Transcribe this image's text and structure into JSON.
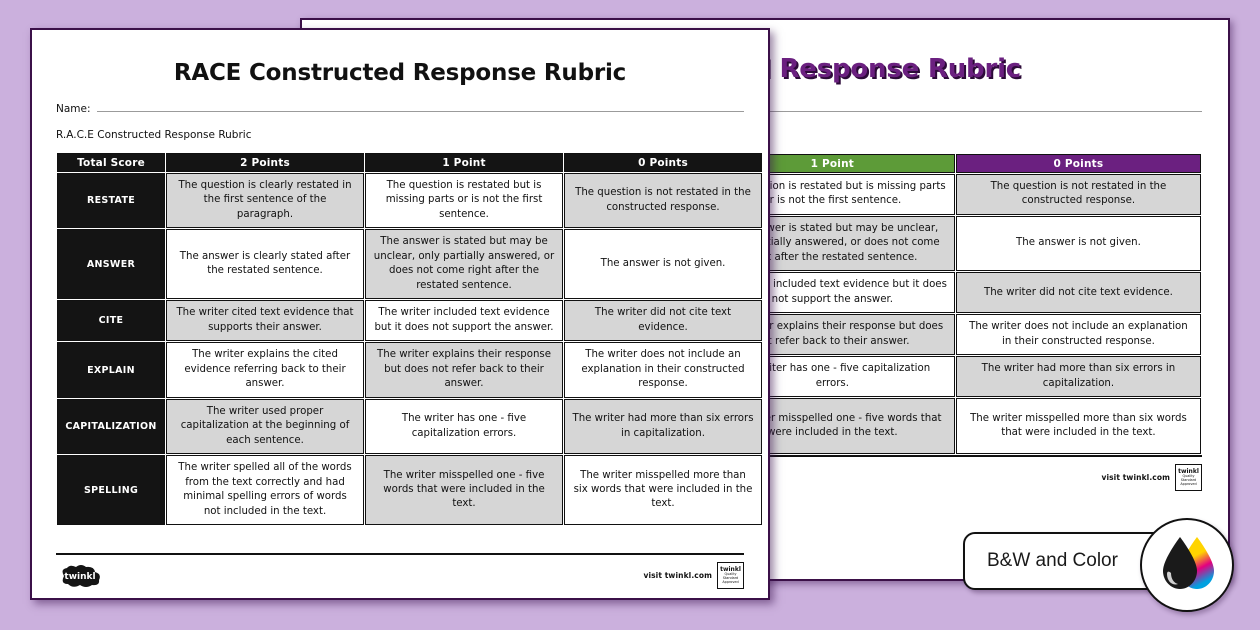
{
  "background_color": "#cbb0dd",
  "front_page": {
    "theme": "black-and-white",
    "title": "RACE Constructed Response Rubric",
    "name_label": "Name:",
    "subtitle": "R.A.C.E Constructed Response Rubric",
    "colors": {
      "header_bg": "#141414",
      "row_label_bg": "#141414",
      "shaded_cell": "#d6d6d6",
      "title": "#111111"
    }
  },
  "back_page": {
    "theme": "color",
    "title": "RACE Constructed Response Rubric",
    "title_visible_text": "tructed Response Rubric",
    "name_label": "Name:",
    "colors": {
      "header_purple": "#6b2080",
      "header_green": "#5d9b38",
      "row_label_bg": "#6b2080",
      "shaded_cell": "#d6d6d6",
      "title": "#6b2080"
    }
  },
  "table": {
    "headers": [
      "Total Score",
      "2 Points",
      "1 Point",
      "0 Points"
    ],
    "header_colors": [
      "purple",
      "purple",
      "green",
      "purple"
    ],
    "rows": [
      {
        "label": "RESTATE",
        "cells": [
          "The question is clearly restated in the first sentence of the paragraph.",
          "The question is restated but is missing parts or is not the first sentence.",
          "The question is not restated in the constructed response."
        ],
        "shading": [
          "shade",
          "plain",
          "shade"
        ]
      },
      {
        "label": "ANSWER",
        "cells": [
          "The answer is clearly stated after the restated sentence.",
          "The answer is stated but may be unclear, only partially answered, or does not come right after the restated sentence.",
          "The answer is not given."
        ],
        "shading": [
          "plain",
          "shade",
          "plain"
        ]
      },
      {
        "label": "CITE",
        "cells": [
          "The writer cited text evidence that supports their answer.",
          "The writer included text evidence but it does not support the answer.",
          "The writer did not cite text evidence."
        ],
        "shading": [
          "shade",
          "plain",
          "shade"
        ]
      },
      {
        "label": "EXPLAIN",
        "cells": [
          "The writer explains the cited evidence referring back to their answer.",
          "The writer explains their response but does not refer back to their answer.",
          "The writer does not include an explanation in their constructed response."
        ],
        "shading": [
          "plain",
          "shade",
          "plain"
        ]
      },
      {
        "label": "CAPITALIZATION",
        "cells": [
          "The writer used proper capitalization at the beginning of each sentence.",
          "The writer has one - five capitalization errors.",
          "The writer had more than six errors in capitalization."
        ],
        "shading": [
          "shade",
          "plain",
          "shade"
        ]
      },
      {
        "label": "SPELLING",
        "cells": [
          "The writer spelled all of the words from the text correctly and had minimal spelling errors of words not included in the text.",
          "The writer misspelled one - five words that were included in the text.",
          "The writer misspelled more than six words that were included in the text."
        ],
        "shading": [
          "plain",
          "shade",
          "plain"
        ]
      }
    ]
  },
  "footer": {
    "logo_text": "twinkl",
    "visit_text": "visit twinkl.com",
    "badge_title": "twinkl",
    "badge_line1": "Quality Standard",
    "badge_line2": "Approved"
  },
  "bw_color_badge": {
    "label": "B&W and Color",
    "drop_black": "#1a1a1a",
    "drop_yellow": "#ffd400",
    "drop_magenta": "#e4007f",
    "drop_cyan": "#00a0e0"
  }
}
